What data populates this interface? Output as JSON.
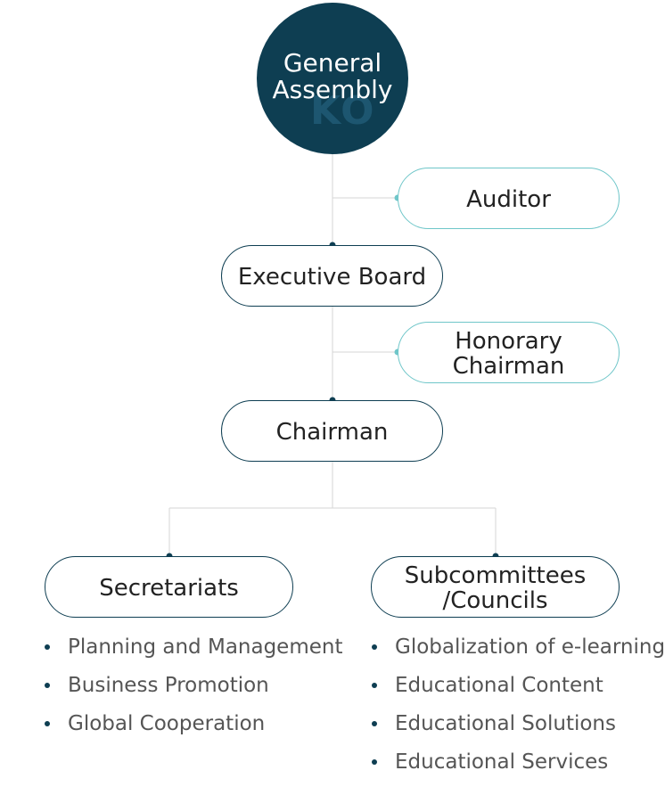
{
  "org_chart": {
    "general_assembly": "General Assembly",
    "watermark": "KO",
    "auditor": "Auditor",
    "executive_board": "Executive Board",
    "honorary_chairman": "Honorary Chairman",
    "chairman": "Chairman",
    "secretariats": {
      "label": "Secretariats",
      "items": [
        "Planning and Management",
        "Business Promotion",
        "Global Cooperation"
      ]
    },
    "subcommittees": {
      "label": "Subcommittees /Councils",
      "items": [
        "Globalization of e-learning",
        "Educational Content",
        "Educational Solutions",
        "Educational Services"
      ]
    }
  },
  "colors": {
    "primary": "#0e3e52",
    "accent": "#6fc6c9",
    "line": "#d6d6d6",
    "list_text": "#555555"
  }
}
